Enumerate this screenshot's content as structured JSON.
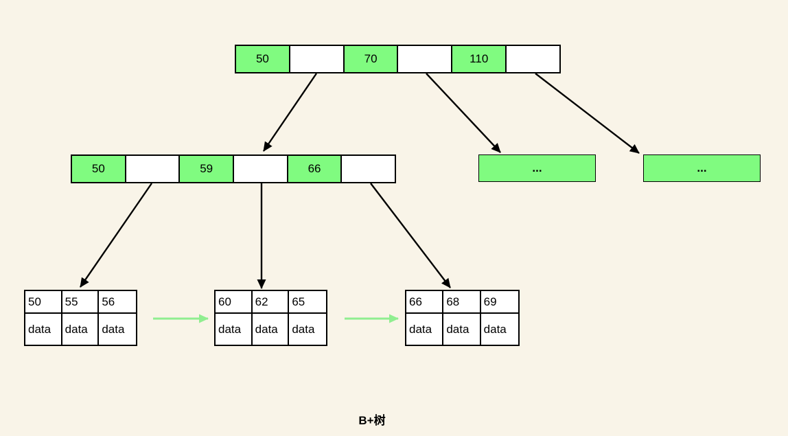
{
  "title": "B+树",
  "colors": {
    "background": "#f9f4e8",
    "node_fill_green": "#80fb80",
    "leaf_link_arrow_green": "#90ee90",
    "edge_black": "#000000"
  },
  "tree": {
    "root": {
      "keys": [
        "50",
        "70",
        "110"
      ]
    },
    "internal": {
      "keys": [
        "50",
        "59",
        "66"
      ]
    },
    "overflow_nodes": [
      {
        "label": "..."
      },
      {
        "label": "..."
      }
    ],
    "leaves": [
      {
        "keys": [
          "50",
          "55",
          "56"
        ],
        "values": [
          "data",
          "data",
          "data"
        ]
      },
      {
        "keys": [
          "60",
          "62",
          "65"
        ],
        "values": [
          "data",
          "data",
          "data"
        ]
      },
      {
        "keys": [
          "66",
          "68",
          "69"
        ],
        "values": [
          "data",
          "data",
          "data"
        ]
      }
    ]
  }
}
